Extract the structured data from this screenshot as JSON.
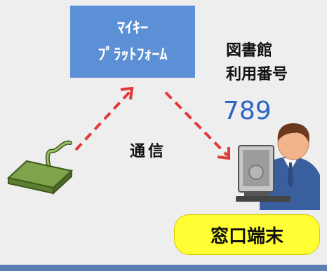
{
  "platform": {
    "line1": "ﾏｲｷｰ",
    "line2": "ﾌﾟﾗｯﾄﾌｫｰﾑ"
  },
  "library": {
    "line1": "図書館",
    "line2": "利用番号"
  },
  "number": "789",
  "communication": "通信",
  "terminal": "窓口端末",
  "colors": {
    "platform_box": "#5b8fd6",
    "arrow": "#e23a3a",
    "number": "#2b63c6",
    "terminal_box": "#ffff33",
    "device": "#7ea34a"
  },
  "icons": [
    "card-reader-icon",
    "office-worker-icon"
  ]
}
